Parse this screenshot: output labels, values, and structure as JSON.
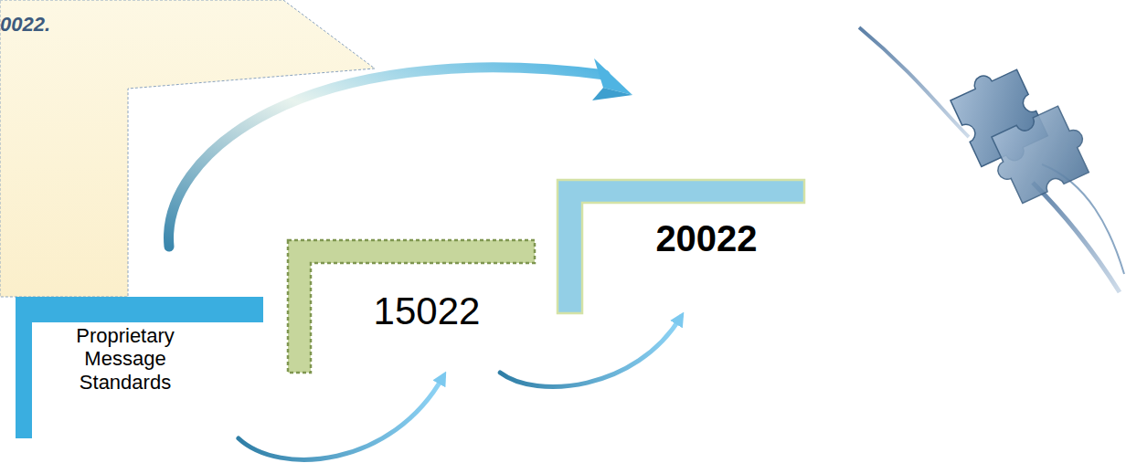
{
  "diagram": {
    "nodes": [
      {
        "text": [
          "0022."
        ]
      },
      {
        "text": [
          "Proprietary Message Standards"
        ]
      },
      {
        "text": [
          "15022"
        ]
      },
      {
        "text": [
          "20022"
        ]
      }
    ],
    "edges": [
      {
        "from": 1,
        "to": 2,
        "arrow": "to"
      },
      {
        "from": 2,
        "to": 3,
        "arrow": "to"
      }
    ]
  }
}
